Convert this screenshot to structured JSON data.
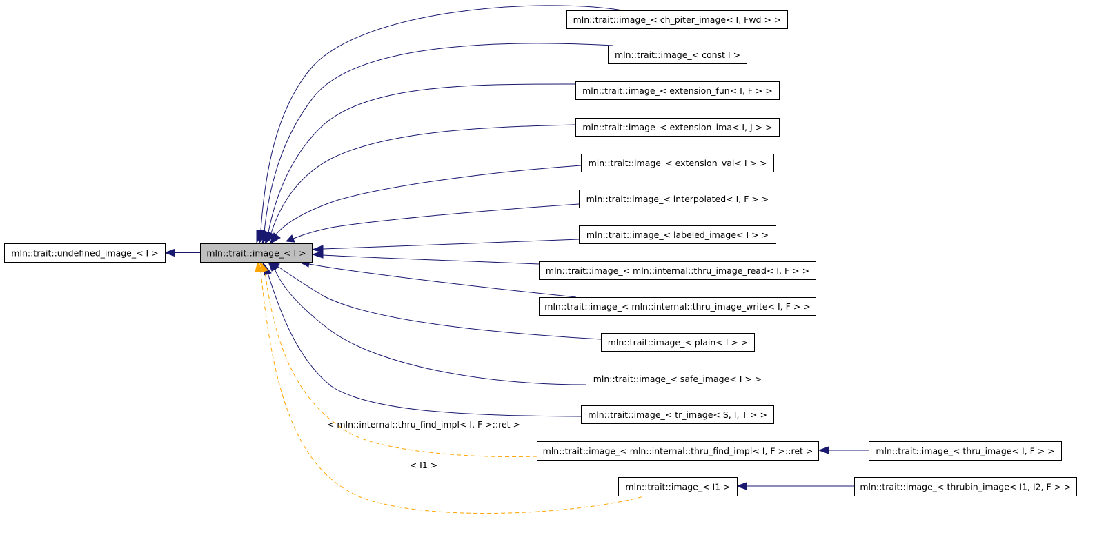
{
  "colors": {
    "inherit_edge": "#191970",
    "template_edge": "#ffa500",
    "focus_fill": "#bfbfbf",
    "node_fill": "#ffffff",
    "node_border": "#000000"
  },
  "nodes": [
    {
      "id": "undefined",
      "label": "mln::trait::undefined_image_< I >"
    },
    {
      "id": "focus",
      "label": "mln::trait::image_< I >"
    },
    {
      "id": "ch_piter",
      "label": "mln::trait::image_< ch_piter_image< I, Fwd > >"
    },
    {
      "id": "const",
      "label": "mln::trait::image_< const I >"
    },
    {
      "id": "ext_fun",
      "label": "mln::trait::image_< extension_fun< I, F > >"
    },
    {
      "id": "ext_ima",
      "label": "mln::trait::image_< extension_ima< I, J > >"
    },
    {
      "id": "ext_val",
      "label": "mln::trait::image_< extension_val< I > >"
    },
    {
      "id": "interp",
      "label": "mln::trait::image_< interpolated< I, F > >"
    },
    {
      "id": "labeled",
      "label": "mln::trait::image_< labeled_image< I > >"
    },
    {
      "id": "thru_read",
      "label": "mln::trait::image_< mln::internal::thru_image_read< I, F > >"
    },
    {
      "id": "thru_write",
      "label": "mln::trait::image_< mln::internal::thru_image_write< I, F > >"
    },
    {
      "id": "plain",
      "label": "mln::trait::image_< plain< I > >"
    },
    {
      "id": "safe",
      "label": "mln::trait::image_< safe_image< I > >"
    },
    {
      "id": "tr",
      "label": "mln::trait::image_< tr_image< S, I, T > >"
    },
    {
      "id": "thru_find",
      "label": "mln::trait::image_< mln::internal::thru_find_impl< I, F >::ret >"
    },
    {
      "id": "thru_image",
      "label": "mln::trait::image_< thru_image< I, F > >"
    },
    {
      "id": "i1",
      "label": "mln::trait::image_< I1 >"
    },
    {
      "id": "thrubin",
      "label": "mln::trait::image_< thrubin_image< I1, I2, F > >"
    }
  ],
  "edge_labels": [
    {
      "id": "lbl_thru_find",
      "text": "< mln::internal::thru_find_impl< I, F >::ret >"
    },
    {
      "id": "lbl_i1",
      "text": "< I1 >"
    }
  ]
}
